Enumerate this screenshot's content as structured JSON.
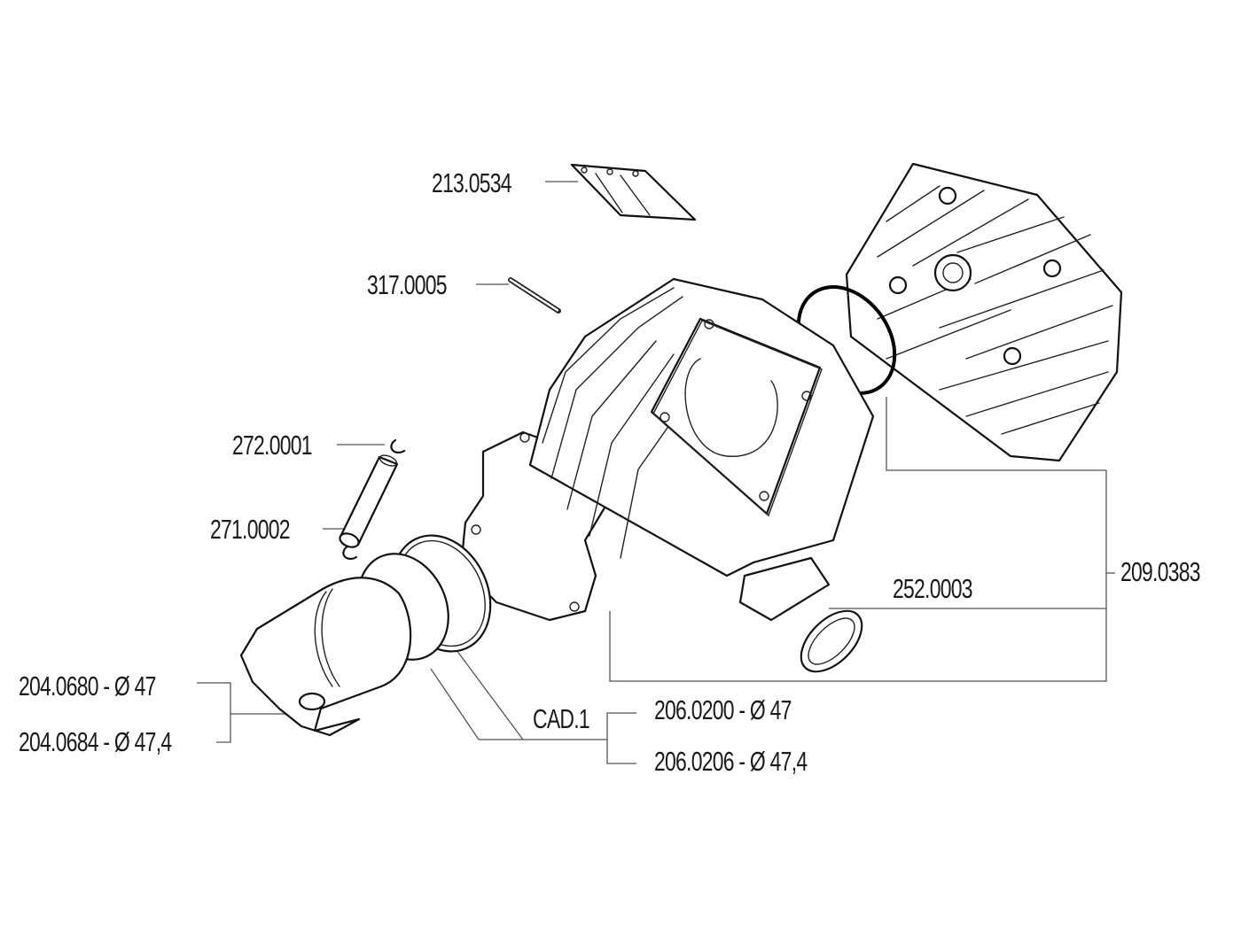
{
  "diagram": {
    "type": "exploded-parts-view",
    "subject": "cylinder kit",
    "parts": [
      {
        "id": "reed-petal",
        "code": "213.0534"
      },
      {
        "id": "stud",
        "code": "317.0005"
      },
      {
        "id": "circlip",
        "code": "272.0001"
      },
      {
        "id": "piston-pin",
        "code": "271.0002"
      },
      {
        "id": "cylinder-head",
        "code": "209.0383"
      },
      {
        "id": "exhaust-gasket",
        "code": "252.0003"
      },
      {
        "id": "piston-47",
        "code": "204.0680",
        "separator": "-",
        "diameter": "Ø 47"
      },
      {
        "id": "piston-47-4",
        "code": "204.0684",
        "separator": "-",
        "diameter": "Ø 47,4"
      },
      {
        "id": "piston-rings",
        "code": "CAD.1"
      },
      {
        "id": "ring-47",
        "code": "206.0200",
        "separator": "-",
        "diameter": "Ø 47"
      },
      {
        "id": "ring-47-4",
        "code": "206.0206",
        "separator": "-",
        "diameter": "Ø 47,4"
      }
    ]
  },
  "labels": {
    "reed": "213.0534",
    "stud": "317.0005",
    "circlip": "272.0001",
    "pin": "271.0002",
    "head": "209.0383",
    "gasket": "252.0003",
    "piston_a": "204.0680 - Ø 47",
    "piston_b": "204.0684 - Ø 47,4",
    "rings_group": "CAD.1",
    "ring_a": "206.0200 - Ø 47",
    "ring_b": "206.0206 - Ø 47,4"
  }
}
